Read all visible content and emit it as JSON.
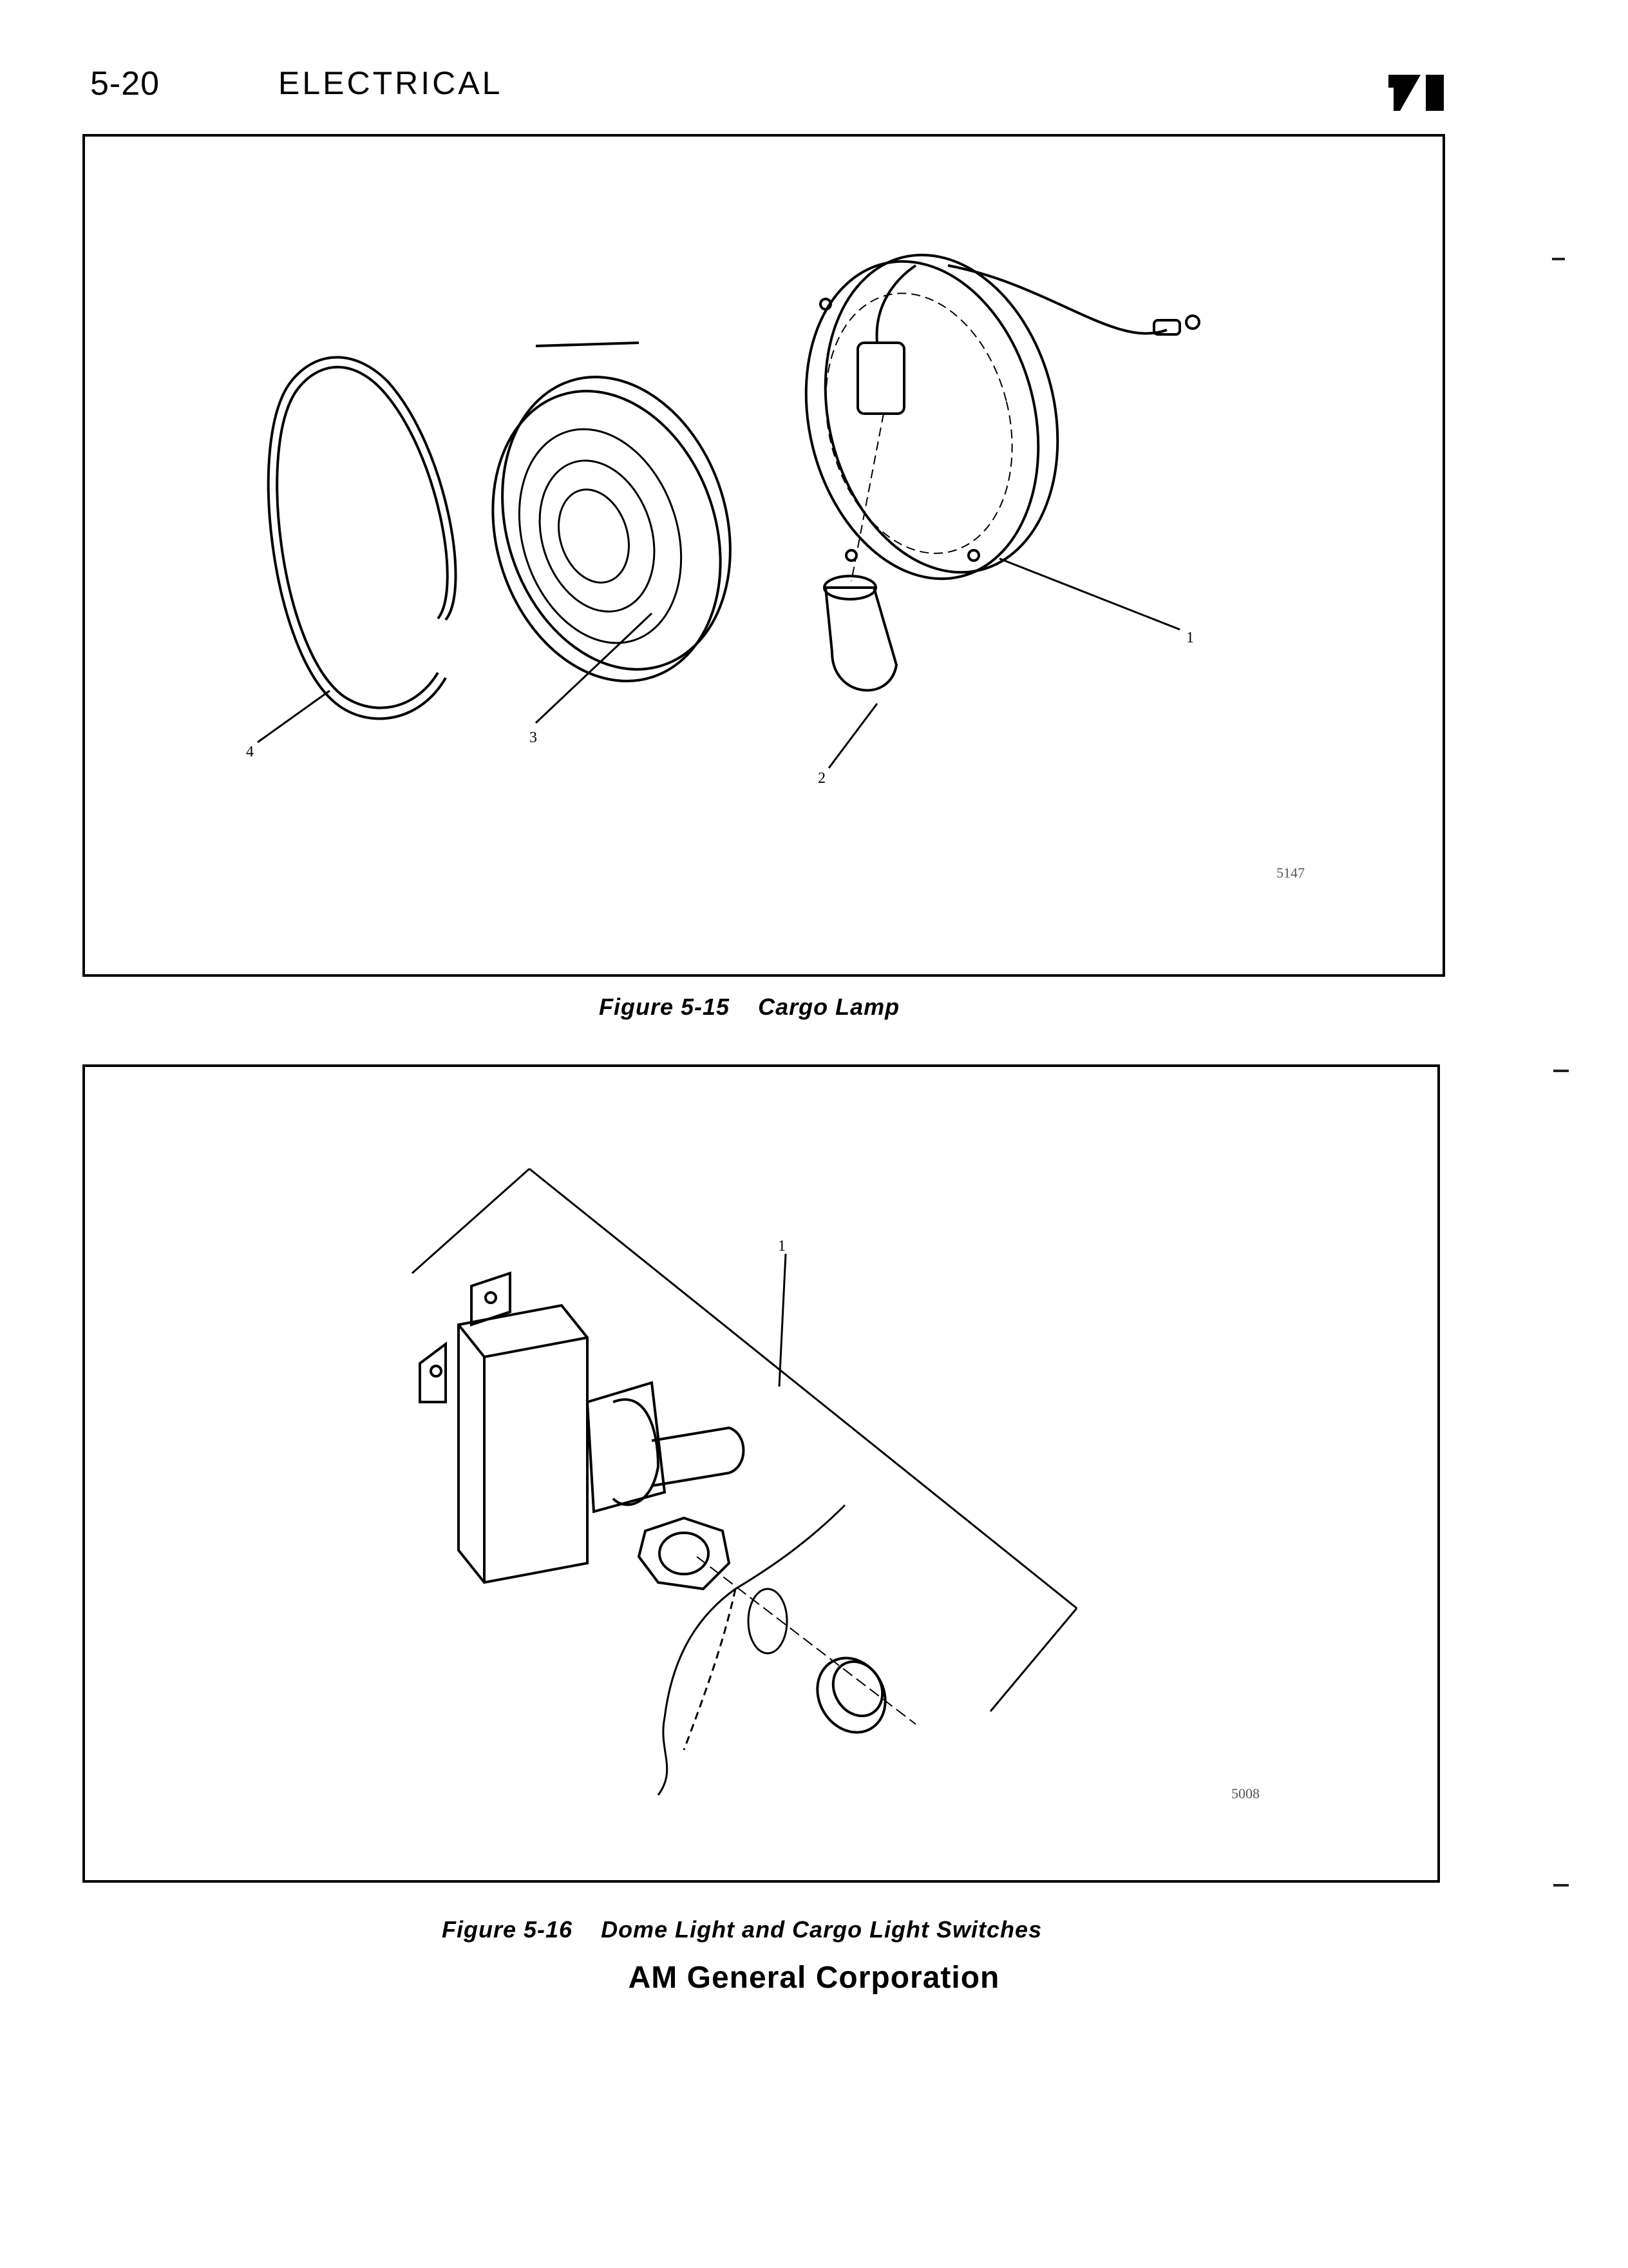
{
  "header": {
    "page_number": "5-20",
    "section_title": "ELECTRICAL"
  },
  "figure_15": {
    "caption": "Figure 5-15    Cargo Lamp",
    "art_id": "5147",
    "callouts": [
      "1",
      "2",
      "3",
      "4"
    ]
  },
  "figure_16": {
    "caption": "Figure 5-16    Dome Light and Cargo Light Switches",
    "art_id": "5008",
    "callouts": [
      "1"
    ]
  },
  "footer": {
    "company": "AM General Corporation"
  },
  "icons": {
    "logo": "am-general-logo"
  }
}
